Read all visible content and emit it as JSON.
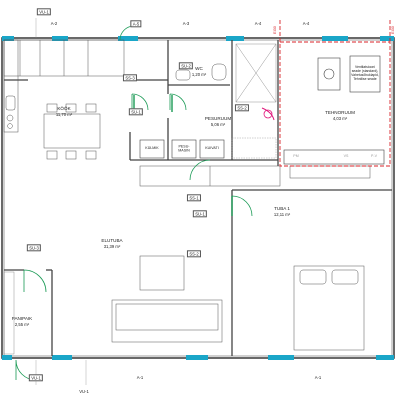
{
  "window_tags": {
    "a2": "A-2",
    "a5": "A-5",
    "a3": "A-3",
    "a4_left": "A-4",
    "a4_right": "A-4",
    "a1_bottom_left": "A-1",
    "a1_bottom_right": "A-1",
    "vu1_top": "VU-1",
    "vu1_bottom": "VU-1",
    "vu1_bottom_b": "VU-1"
  },
  "door_tags": {
    "su2": "SU-2",
    "su1_kitchen": "SU-1",
    "su1_bedroom": "SU-1",
    "su3": "SU-3",
    "ss3": "SS-3",
    "ss2": "SS-2",
    "ss2_hall": "SS-2",
    "ss1": "SS-1"
  },
  "rooms": {
    "kitchen": {
      "name": "KÖÖK",
      "area": "11,70 m²"
    },
    "wc": {
      "name": "WC",
      "area": "1,20 m²"
    },
    "bathroom": {
      "name": "PESURUUM",
      "area": "5,06 m²"
    },
    "technical": {
      "name": "TEHNORUUM",
      "area": "4,03 m²"
    },
    "living": {
      "name": "ELUTUBA",
      "area": "31,39 m²"
    },
    "bedroom": {
      "name": "TUBA 1",
      "area": "12,11 m²"
    },
    "storage": {
      "name": "PANIPAIK",
      "area": "2,55 m²"
    }
  },
  "appliances": {
    "fridge": "KÜLMIK",
    "washer": "PESU-MASIN",
    "dryer": "KUIVATI"
  },
  "technical_note": "Ventilatsiooni seade (standard), Vahetusõhuklapid, Tehnilise seade",
  "fire_marks": {
    "top_left": "EI30",
    "top_right": "EI30"
  },
  "tech_panel_marks": [
    "PM",
    "VS",
    "P-V"
  ],
  "colors": {
    "window_cyan": "#1aa6c8",
    "door_green": "#1a9a55",
    "fire_red": "#d8232a",
    "wall": "#444444"
  }
}
